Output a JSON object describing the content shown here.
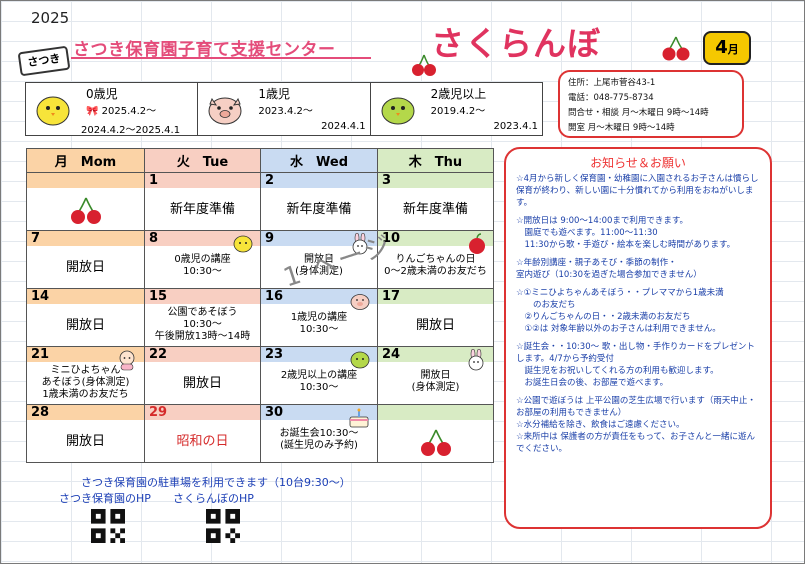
{
  "header": {
    "year": "2025",
    "subtitle": "さつき保育園子育て支援センター",
    "title": "さくらんぼ",
    "badge": "さつき",
    "month_num": "4",
    "month_unit": "月"
  },
  "age_groups": [
    {
      "name": "0歳児",
      "date1": "🎀 2025.4.2～",
      "date2": "2024.4.2～2025.4.1",
      "icon": "chick-icon"
    },
    {
      "name": "1歳児",
      "date1": "2023.4.2～",
      "date2": "2024.4.1",
      "icon": "pig-icon"
    },
    {
      "name": "2歳児以上",
      "date1": "2019.4.2～",
      "date2": "2023.4.1",
      "icon": "bird-icon"
    }
  ],
  "info": {
    "address": "住所：上尾市菅谷43-1",
    "phone": "電話：048-775-8734",
    "consult": "問合せ・相談 月～木曜日 9時～14時",
    "open": "開室 月～木曜日 9時～14時"
  },
  "calendar": {
    "headers": [
      "月　Mom",
      "火　Tue",
      "水　Wed",
      "木　Thu"
    ],
    "rows": [
      [
        {
          "day": "",
          "text": "",
          "icon": "cherry-icon"
        },
        {
          "day": "1",
          "text": "新年度準備"
        },
        {
          "day": "2",
          "text": "新年度準備"
        },
        {
          "day": "3",
          "text": "新年度準備"
        }
      ],
      [
        {
          "day": "7",
          "text": "開放日"
        },
        {
          "day": "8",
          "text": "0歳児の講座\n10:30～",
          "icon": "chick-icon"
        },
        {
          "day": "9",
          "text": "開放日\n(身体測定)",
          "icon": "bunny-icon"
        },
        {
          "day": "10",
          "text": "りんごちゃんの日\n0～2歳未満のお友だち",
          "icon": "apple-icon"
        }
      ],
      [
        {
          "day": "14",
          "text": "開放日"
        },
        {
          "day": "15",
          "text": "公園であそぼう\n10:30～\n午後開放13時～14時"
        },
        {
          "day": "16",
          "text": "1歳児の講座\n10:30～",
          "icon": "pig-icon"
        },
        {
          "day": "17",
          "text": "開放日"
        }
      ],
      [
        {
          "day": "21",
          "text": "ミニひよちゃん\nあそぼう(身体測定)\n1歳未満のお友だち",
          "icon": "baby-icon"
        },
        {
          "day": "22",
          "text": "開放日"
        },
        {
          "day": "23",
          "text": "2歳児以上の講座\n10:30～",
          "icon": "bird-icon"
        },
        {
          "day": "24",
          "text": "開放日\n(身体測定)",
          "icon": "bunny-icon"
        }
      ],
      [
        {
          "day": "28",
          "text": "開放日"
        },
        {
          "day": "29",
          "text": "昭和の日",
          "red": true
        },
        {
          "day": "30",
          "text": "お誕生会10:30～\n(誕生児のみ予約)",
          "icon": "cake-icon"
        },
        {
          "day": "",
          "text": "",
          "icon": "cherry-icon"
        }
      ]
    ]
  },
  "watermark": "1 ページ",
  "notice": {
    "title": "お知らせ＆お願い",
    "paragraphs": [
      "☆4月から新しく保育園・幼稚園に入園されるお子さんは慣らし保育が終わり、新しい園に十分慣れてから利用をおねがいします。",
      "☆開放日は 9:00～14:00まで利用できます。\n　園庭でも遊べます。11:00～11:30\n　11:30から歌・手遊び・絵本を楽しむ時間があります。",
      "☆年齢別講座・親子あそび・季節の制作・\n室内遊び（10:30を過ぎた場合参加できません）",
      "☆①ミニひよちゃんあそぼう・・プレママから1歳未満\n　　のお友だち\n　②りんごちゃんの日・・2歳未満のお友だち\n　①②は 対象年齢以外のお子さんは利用できません。",
      "☆誕生会・・10:30～ 歌・出し物・手作りカードをプレゼントします。4/7から予約受付\n　誕生児をお祝いしてくれる方の利用も歓迎します。\n　お誕生日会の後、お部屋で遊べます。",
      "☆公園で遊ぼうは 上平公園の芝生広場で行います（雨天中止・お部屋の利用もできません）\n☆水分補給を除き、飲食はご遠慮ください。\n☆来所中は 保護者の方が責任をもって、お子さんと一緒に遊んでください。"
    ]
  },
  "footer": {
    "parking": "さつき保育園の駐車場を利用できます（10台9:30～）",
    "hp1": "さつき保育園のHP",
    "hp2": "さくらんぼのHP"
  }
}
